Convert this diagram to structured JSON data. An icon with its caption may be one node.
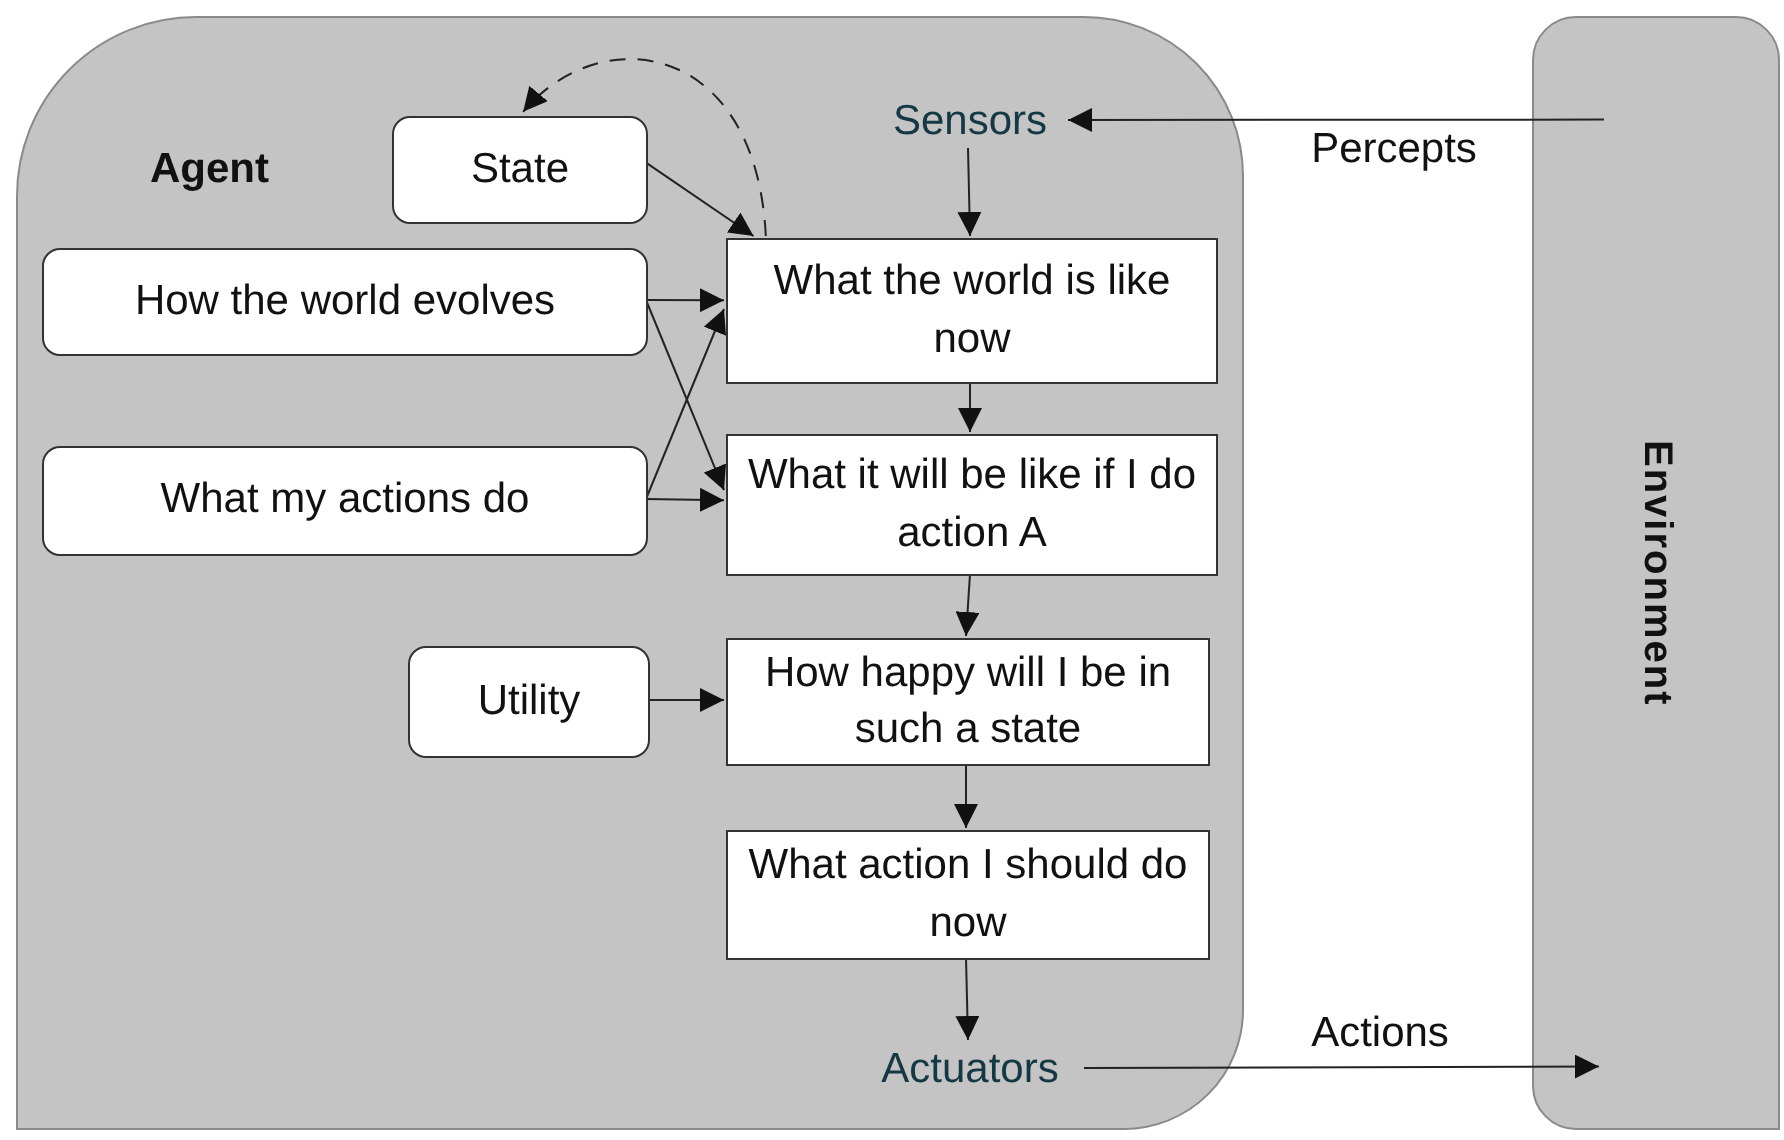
{
  "diagram": {
    "nodes": [
      {
        "text": [
          "Agent"
        ]
      },
      {
        "text": [
          "State"
        ],
        "in": 0
      },
      {
        "text": [
          "Sensors"
        ],
        "in": 0
      },
      {
        "text": [
          "How the world evolves"
        ],
        "in": 0
      },
      {
        "text": [
          "What the world is like now"
        ],
        "in": 0
      },
      {
        "text": [
          "What my actions do"
        ],
        "in": 0
      },
      {
        "text": [
          "What it will be like if I do action A"
        ],
        "in": 0
      },
      {
        "text": [
          "Utility"
        ],
        "in": 0
      },
      {
        "text": [
          "How happy will I be in such a state"
        ],
        "in": 0
      },
      {
        "text": [
          "What action I should do now"
        ],
        "in": 0
      },
      {
        "text": [
          "Actuators"
        ],
        "in": 0
      },
      {
        "text": [
          "Environment"
        ]
      }
    ],
    "edges": [
      {
        "from": 11,
        "to": 2,
        "arrow": "to",
        "label": "Percepts"
      },
      {
        "from": 2,
        "to": 4,
        "arrow": "to"
      },
      {
        "from": 1,
        "to": 4,
        "arrow": "to"
      },
      {
        "from": 4,
        "to": 1,
        "arrow": "to",
        "style": "dashed"
      },
      {
        "from": 3,
        "to": 4,
        "arrow": "to"
      },
      {
        "from": 3,
        "to": 6,
        "arrow": "to"
      },
      {
        "from": 5,
        "to": 4,
        "arrow": "to"
      },
      {
        "from": 5,
        "to": 6,
        "arrow": "to"
      },
      {
        "from": 4,
        "to": 6,
        "arrow": "to"
      },
      {
        "from": 6,
        "to": 8,
        "arrow": "to"
      },
      {
        "from": 7,
        "to": 8,
        "arrow": "to"
      },
      {
        "from": 8,
        "to": 9,
        "arrow": "to"
      },
      {
        "from": 9,
        "to": 10,
        "arrow": "to"
      },
      {
        "from": 10,
        "to": 11,
        "arrow": "to",
        "label": "Actions"
      }
    ]
  }
}
